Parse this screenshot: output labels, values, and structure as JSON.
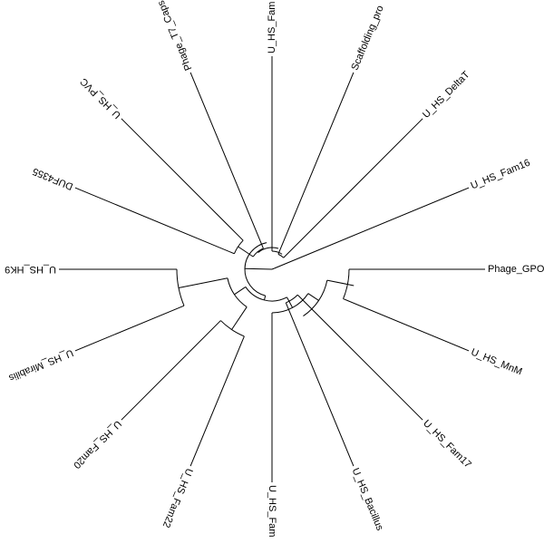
{
  "tree": {
    "layout": "circular",
    "line_color": "#000000",
    "background_color": "#ffffff",
    "tip_labels": [
      "Phage_GPO",
      "U_HS_MnM",
      "U_HS_Fam17",
      "U_HS_Bacillus",
      "U_HS_Fam",
      "U_HS_Fam22",
      "U_HS_Fam20",
      "U_HS_Mirabilis",
      "U_HS_HK9",
      "DUF4355",
      "U_HS_PVC",
      "Phage_T7_Caps",
      "U_HS_Fam",
      "Scaffolding_pro",
      "U_HS_DeltaT",
      "U_HS_Fam16"
    ]
  }
}
